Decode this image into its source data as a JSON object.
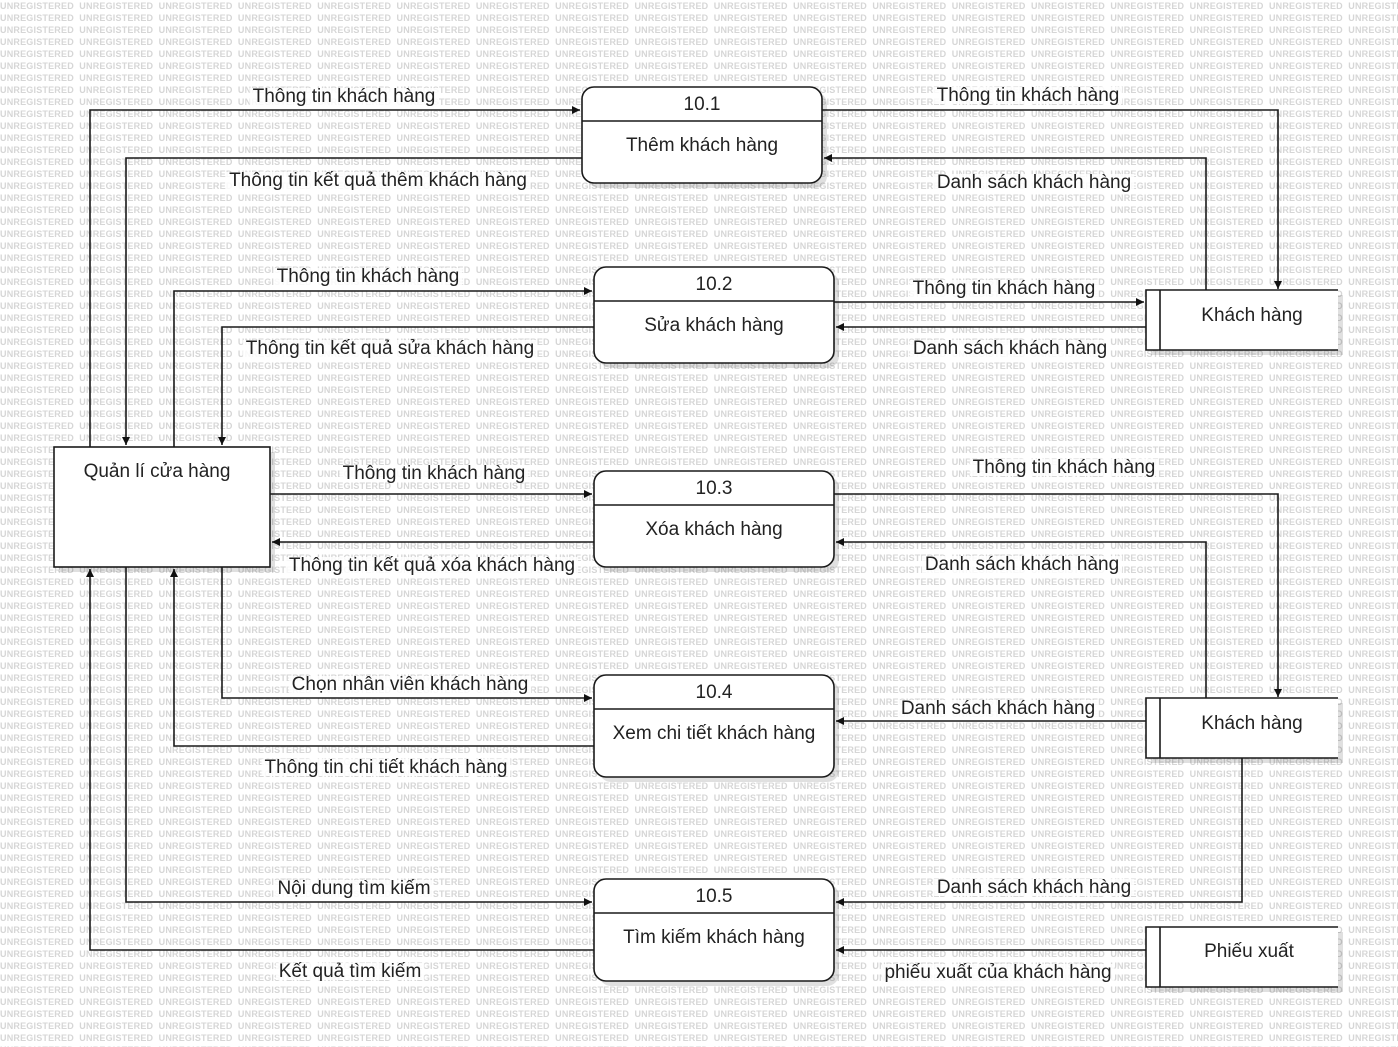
{
  "watermark": "UNREGISTERED",
  "entity": {
    "label": "Quản lí cửa hàng"
  },
  "processes": [
    {
      "number": "10.1",
      "name": "Thêm khách hàng"
    },
    {
      "number": "10.2",
      "name": "Sửa khách hàng"
    },
    {
      "number": "10.3",
      "name": "Xóa khách hàng"
    },
    {
      "number": "10.4",
      "name": "Xem chi tiết khách hàng"
    },
    {
      "number": "10.5",
      "name": "Tìm kiếm khách hàng"
    }
  ],
  "stores": [
    {
      "label": "Khách hàng"
    },
    {
      "label": "Khách hàng"
    },
    {
      "label": "Phiếu xuất"
    }
  ],
  "flows": {
    "in_101": "Thông tin khách hàng",
    "out_101": "Thông tin kết quả thêm khách hàng",
    "in_102": "Thông tin khách hàng",
    "out_102": "Thông tin kết quả sửa khách hàng",
    "in_103": "Thông tin khách hàng",
    "out_103": "Thông tin kết quả xóa khách hàng",
    "in_104": "Chọn nhân viên khách hàng",
    "out_104": "Thông tin chi tiết khách hàng",
    "in_105": "Nội dung tìm kiếm",
    "out_105": "Kết quả tìm kiếm",
    "p101_to_store": "Thông tin  khách hàng",
    "store_to_p101": "Danh sách khách hàng",
    "p102_to_store": "Thông tin khách hàng",
    "store_to_p102": "Danh sách khách hàng",
    "p103_to_store": "Thông tin khách hàng",
    "store_to_p103": "Danh sách khách hàng",
    "store_to_p104": "Danh sách khách hàng",
    "store_to_p105": "Danh sách khách hàng",
    "phieu_to_p105": "phiếu xuất của khách hàng"
  }
}
